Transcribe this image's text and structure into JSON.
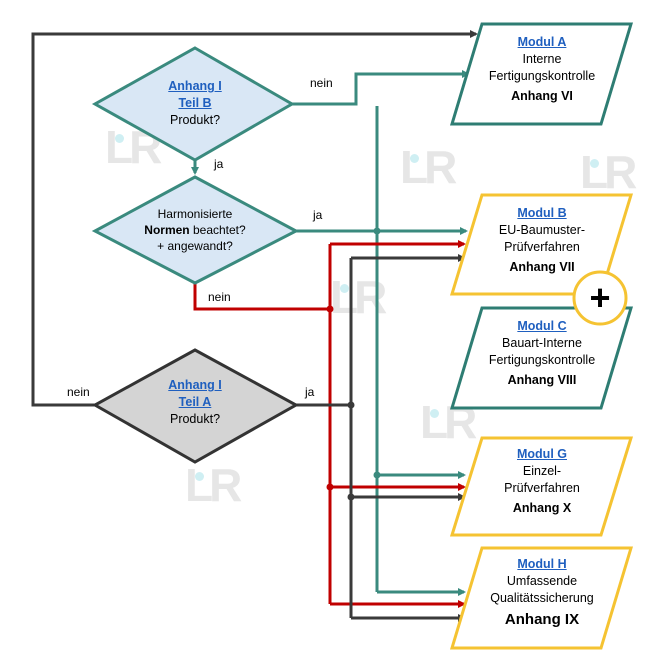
{
  "decisions": {
    "anhang1_b": {
      "link1": "Anhang I",
      "link2": "Teil B",
      "text": "Produkt?"
    },
    "normen": {
      "line1": "Harmonisierte",
      "bold": "Normen",
      "line2_rest": " beachtet?",
      "line3": "+ angewandt?"
    },
    "anhang1_a": {
      "link1": "Anhang I",
      "link2": "Teil A",
      "text": "Produkt?"
    }
  },
  "edge_labels": {
    "b_nein": "nein",
    "b_ja": "ja",
    "normen_ja": "ja",
    "normen_nein": "nein",
    "a_nein": "nein",
    "a_ja": "ja"
  },
  "modules": [
    {
      "title": "Modul A",
      "lines": [
        "Interne",
        "Fertigungskontrolle"
      ],
      "annex": "Anhang VI",
      "color": "#2e7d73"
    },
    {
      "title": "Modul B",
      "lines": [
        "EU-Baumuster-",
        "Prüfverfahren"
      ],
      "annex": "Anhang VII",
      "color": "#f5c332"
    },
    {
      "title": "Modul C",
      "lines": [
        "Bauart-Interne",
        "Fertigungskontrolle"
      ],
      "annex": "Anhang VIII",
      "color": "#2e7d73"
    },
    {
      "title": "Modul G",
      "lines": [
        "Einzel-",
        "Prüfverfahren"
      ],
      "annex": "Anhang X",
      "color": "#f5c332"
    },
    {
      "title": "Modul H",
      "lines": [
        "Umfassende",
        "Qualitätssicherung"
      ],
      "annex": "Anhang IX",
      "color": "#f5c332"
    }
  ],
  "plus_badge": "+",
  "colors": {
    "teal": "#3a8a7e",
    "red": "#c00000",
    "dark": "#3a3a3a",
    "diamond_blue": "#d9e7f5",
    "diamond_gray": "#d4d4d4"
  }
}
